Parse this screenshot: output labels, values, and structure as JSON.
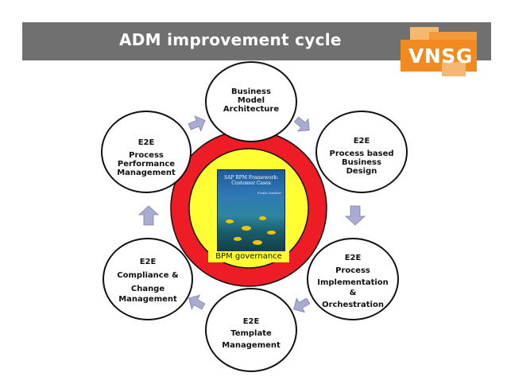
{
  "header": {
    "title": "ADM improvement cycle",
    "logo_text": "VNSG",
    "bar_color": "#707070",
    "logo_color": "#f29a3b"
  },
  "center": {
    "outer_ring_color": "#ee1c24",
    "inner_color": "#ffff33",
    "label": "BPM governance",
    "book": {
      "title": "SAP BPM Framework: Customer Cases",
      "author": "Frank Gunther"
    }
  },
  "nodes": {
    "business_model": [
      "Business",
      "Model",
      "Architecture"
    ],
    "process_design": [
      "E2E",
      "Process based",
      "Business",
      "Design"
    ],
    "implementation": [
      "E2E",
      "Process",
      "Implementation",
      "&",
      "Orchestration"
    ],
    "template": [
      "E2E",
      "Template",
      "Management"
    ],
    "compliance": [
      "E2E",
      "Compliance &",
      "Change",
      "Management"
    ],
    "performance": [
      "E2E",
      "Process",
      "Performance",
      "Management"
    ]
  },
  "arrow_color": "#a9acd0",
  "arrow_icon": "chevron-arrow-icon"
}
